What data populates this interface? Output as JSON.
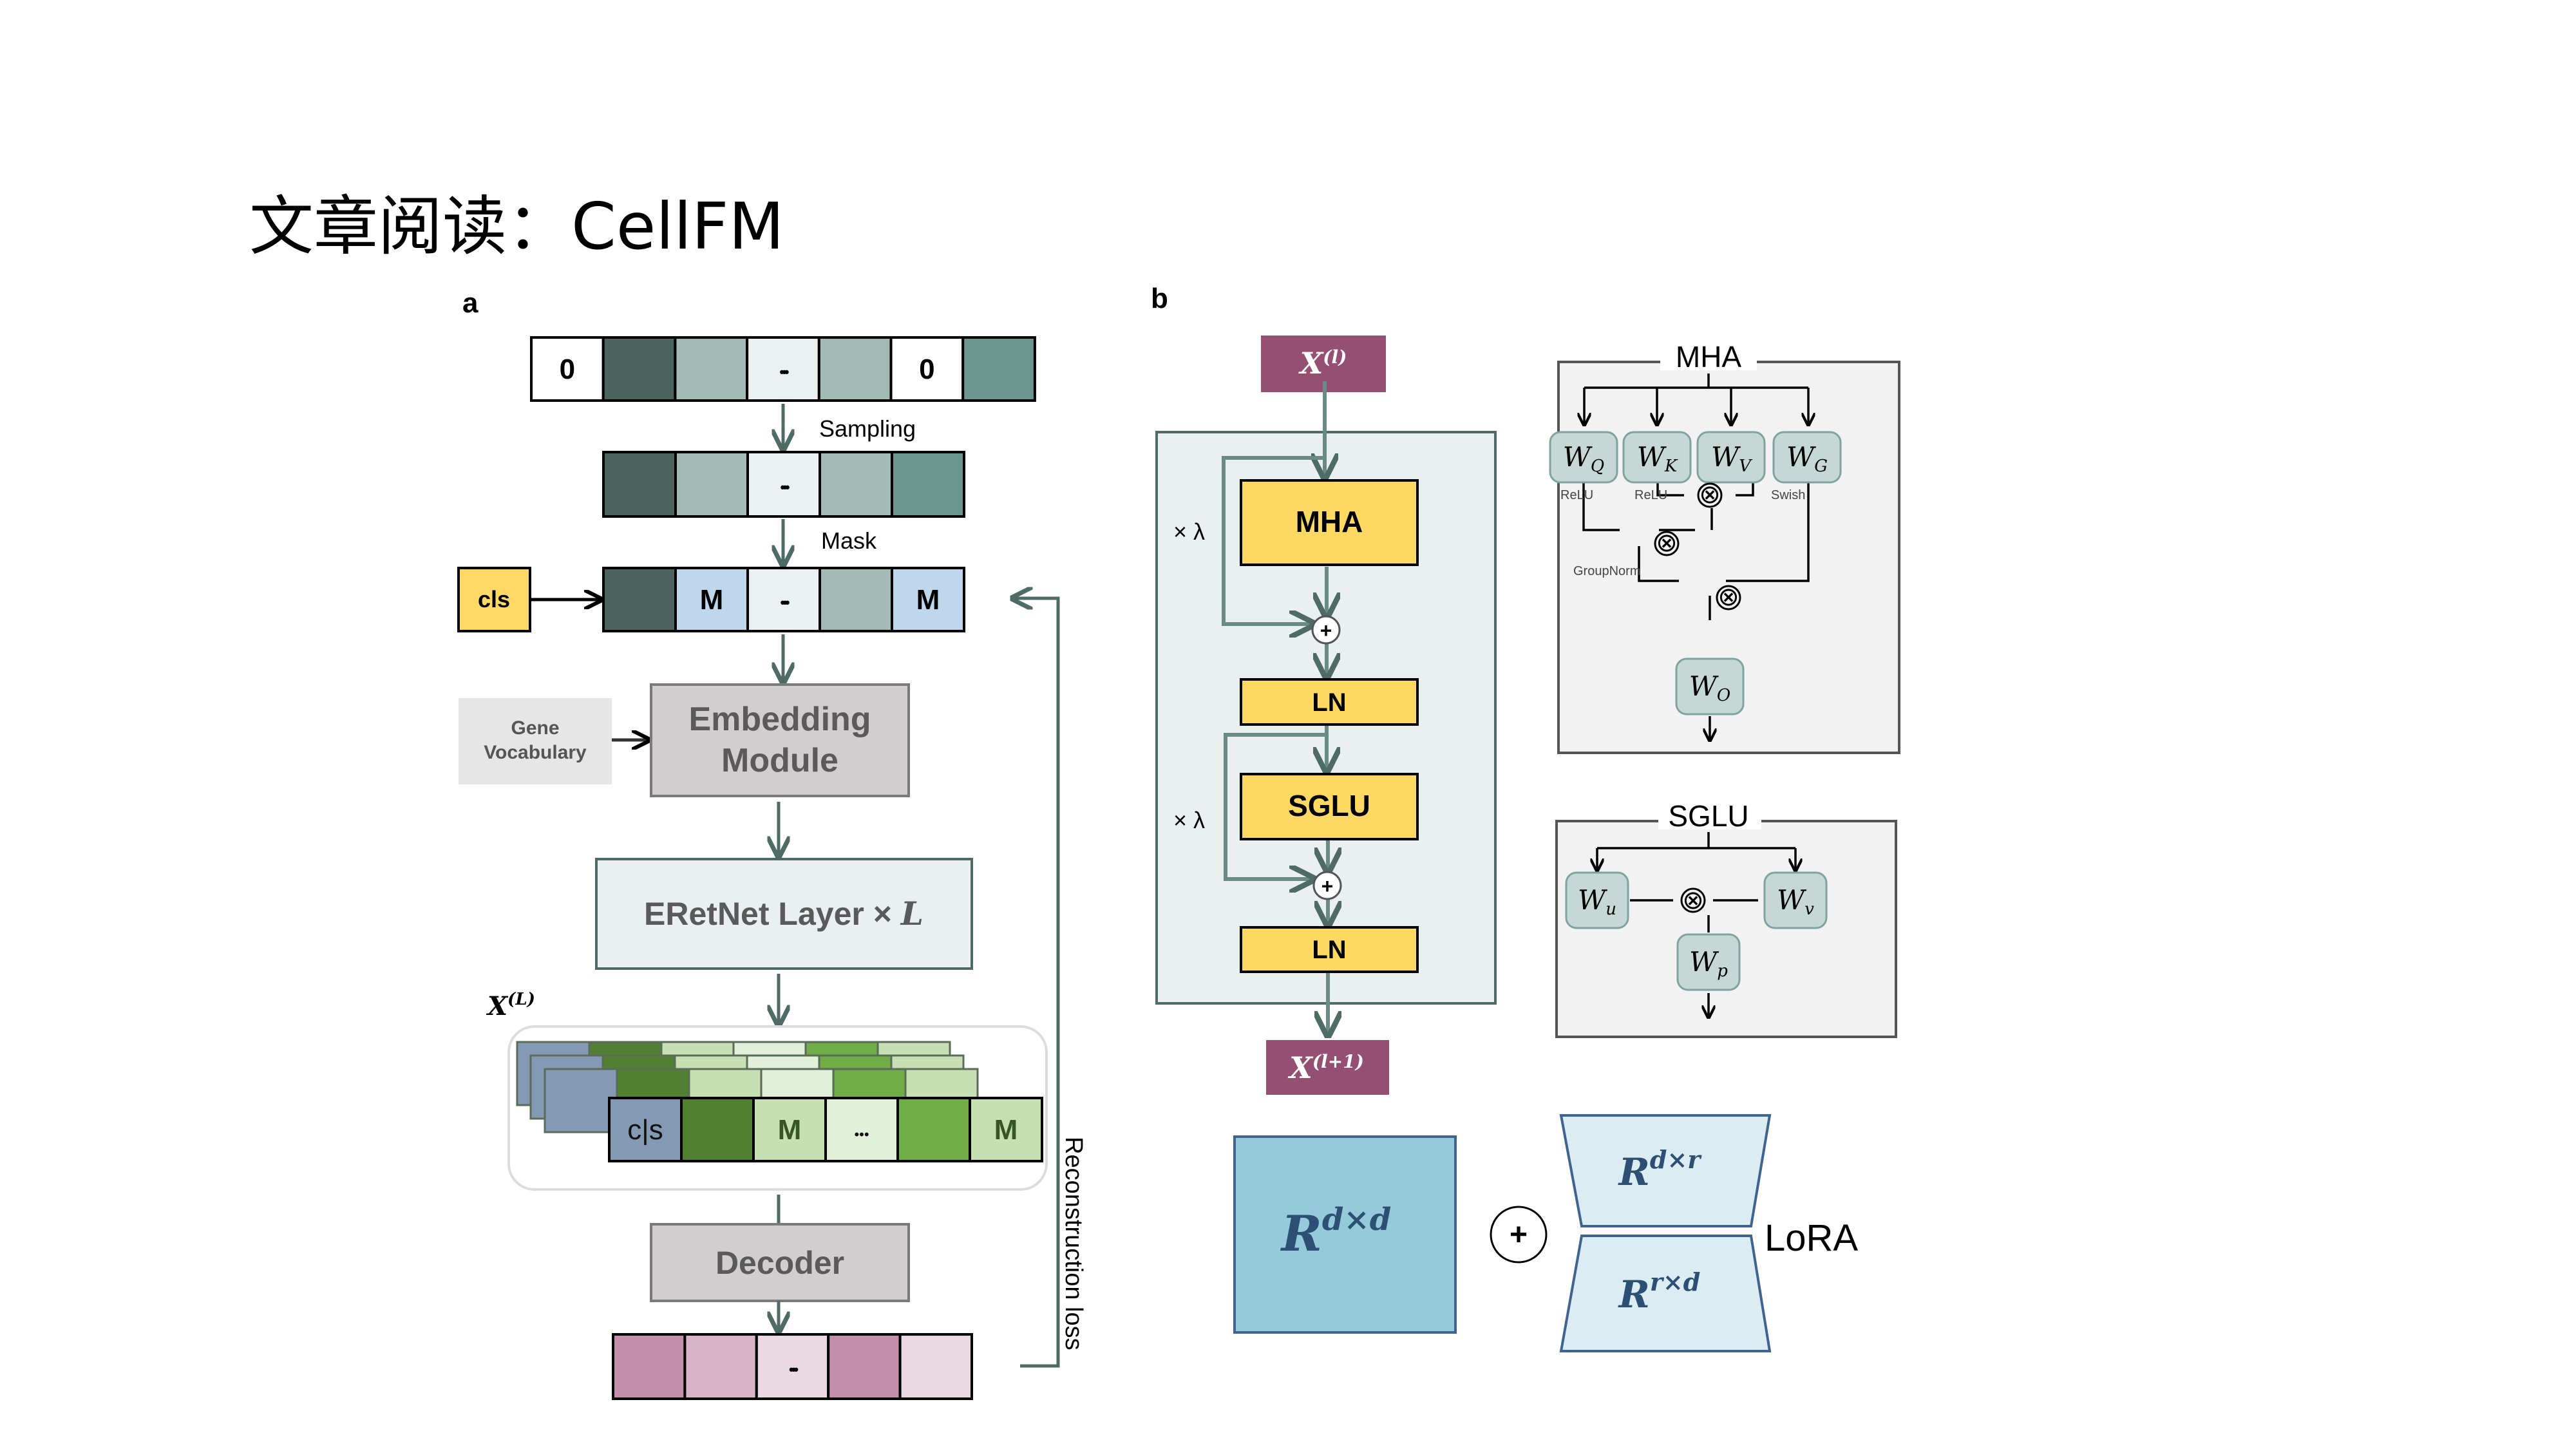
{
  "slide": {
    "title": "文章阅读：CellFM"
  },
  "panel_a": {
    "label": "a",
    "input_row": [
      "0",
      "",
      "",
      "...",
      "",
      "0",
      ""
    ],
    "input_row_colors": [
      "#ffffff",
      "#4b645f",
      "#a2bbb6",
      "#ebf1f0",
      "#a2bbb6",
      "#ffffff",
      "#6e9690"
    ],
    "sampling_label": "Sampling",
    "sampled_row": [
      "",
      "",
      "...",
      "",
      ""
    ],
    "sampled_row_colors": [
      "#4b645f",
      "#a2bbb6",
      "#ebf1f0",
      "#a2bbb6",
      "#6e9690"
    ],
    "mask_label": "Mask",
    "cls_label": "cls",
    "masked_row": [
      "",
      "M",
      "...",
      "",
      "M"
    ],
    "masked_row_colors": [
      "#4b645f",
      "#bed7ec",
      "#ebf1f0",
      "#a2bbb6",
      "#bed7ec"
    ],
    "gene_vocab_label": [
      "Gene",
      "Vocabulary"
    ],
    "embedding_label": [
      "Embedding",
      "Module"
    ],
    "eretnet_label": "ERetNet Layer × ",
    "eretnet_var": "L",
    "xl_label": "X",
    "xl_sup": "(L)",
    "stack_row": [
      "c|s",
      "",
      "M",
      "...",
      "",
      "M"
    ],
    "stack_row_colors": [
      "#8499b3",
      "#528033",
      "#c6e0b4",
      "#e2efd9",
      "#70ad47",
      "#c6e0b4"
    ],
    "decoder_label": "Decoder",
    "output_row": [
      "",
      "",
      "...",
      "",
      ""
    ],
    "output_row_colors": [
      "#c48fac",
      "#d8b4c8",
      "#ead9e3",
      "#c48fac",
      "#ead9e3"
    ],
    "reconstruction_label": "Reconstruction loss"
  },
  "panel_b": {
    "label": "b",
    "x_in": "X",
    "x_in_sup": "(l)",
    "x_out": "X",
    "x_out_sup": "(l+1)",
    "blocks": [
      "MHA",
      "LN",
      "SGLU",
      "LN"
    ],
    "lambda_label": "× λ",
    "plus_symbol": "+",
    "mha_detail": {
      "title": "MHA",
      "weights": [
        {
          "base": "W",
          "sub": "Q"
        },
        {
          "base": "W",
          "sub": "K"
        },
        {
          "base": "W",
          "sub": "V"
        },
        {
          "base": "W",
          "sub": "G"
        }
      ],
      "activations": [
        "ReLU",
        "ReLU",
        "Swish"
      ],
      "norm_label": "GroupNorm",
      "output_weight": {
        "base": "W",
        "sub": "O"
      },
      "multiply_symbol": "⊗"
    },
    "sglu_detail": {
      "title": "SGLU",
      "weights": [
        {
          "base": "W",
          "sub": "u"
        },
        {
          "base": "W",
          "sub": "v"
        },
        {
          "base": "W",
          "sub": "p"
        }
      ],
      "multiply_symbol": "⊗"
    },
    "lora": {
      "full_matrix": {
        "base": "R",
        "sup": "d×d"
      },
      "down_matrix": {
        "base": "R",
        "sup": "d×r"
      },
      "up_matrix": {
        "base": "R",
        "sup": "r×d"
      },
      "plus_symbol": "+",
      "label": "LoRA"
    }
  },
  "colors": {
    "arrow": "#4e6b66",
    "yellow_block": "#fdd863",
    "purple_box": "#954f72",
    "panel_bg": "#eaf0ef",
    "detail_bg": "#f2f2f2",
    "weight_box": "#c5d8d5",
    "lora_full": "#95cadb",
    "lora_small": "#dbedf3",
    "lora_border": "#3f6490",
    "cls_yellow": "#ffd966"
  }
}
